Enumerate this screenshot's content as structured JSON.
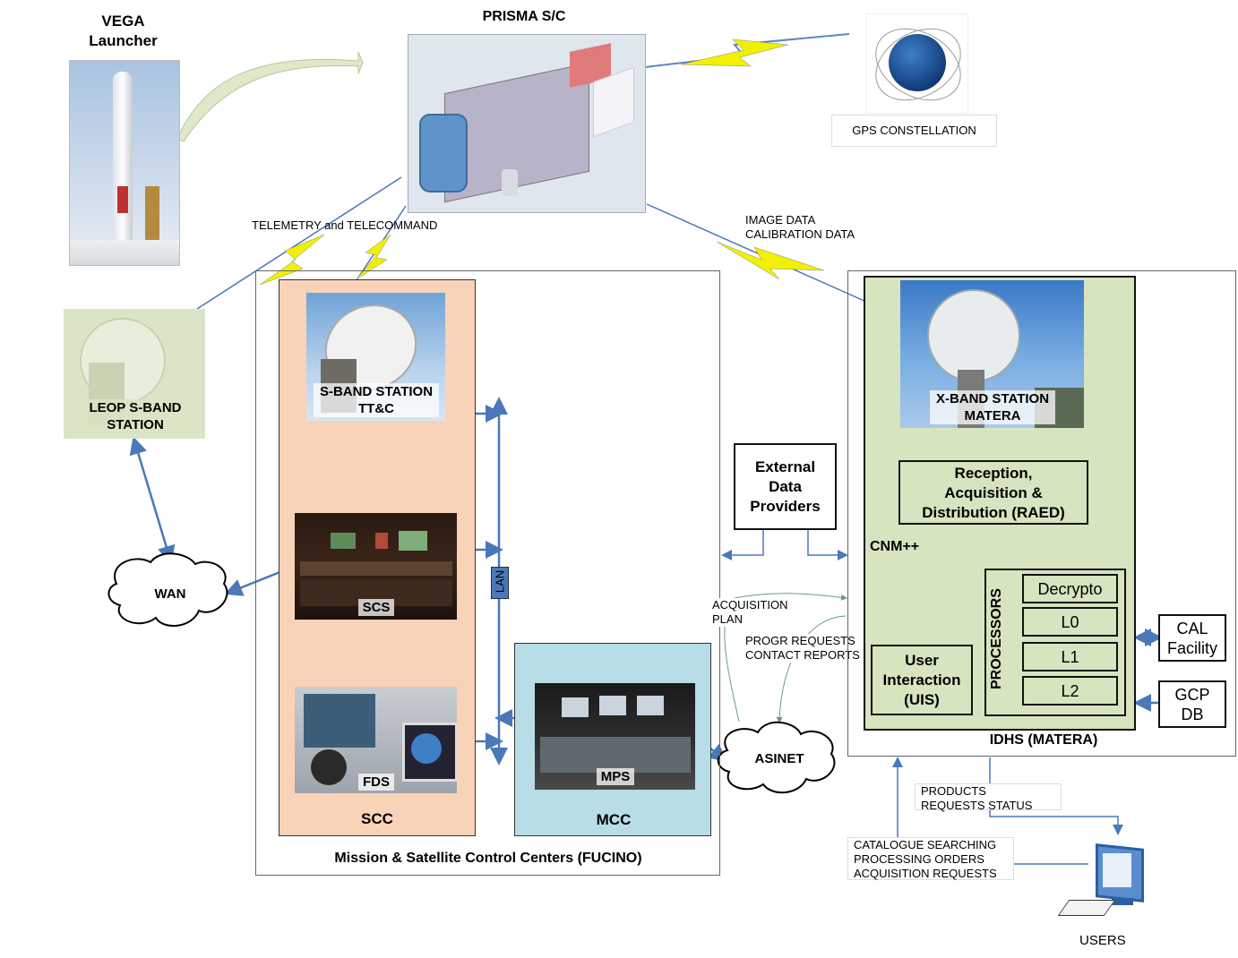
{
  "vega": {
    "line1": "VEGA",
    "line2": "Launcher"
  },
  "prisma": {
    "title": "PRISMA S/C"
  },
  "gps": {
    "label": "GPS CONSTELLATION"
  },
  "links": {
    "ttc": "TELEMETRY and TELECOMMAND",
    "image_data": "IMAGE DATA",
    "calibration_data": "CALIBRATION DATA",
    "acquisition_plan_1": "ACQUISITION",
    "acquisition_plan_2": "PLAN",
    "progr_requests": "PROGR REQUESTS",
    "contact_reports": "CONTACT REPORTS",
    "products": "PRODUCTS",
    "requests_status": "REQUESTS STATUS",
    "catalogue": "CATALOGUE SEARCHING",
    "processing": "PROCESSING ORDERS",
    "acq_requests": "ACQUISITION REQUESTS"
  },
  "leop": {
    "line1": "LEOP S-BAND",
    "line2": "STATION"
  },
  "wan": {
    "label": "WAN"
  },
  "asinet": {
    "label": "ASINET"
  },
  "fucino": {
    "title": "Mission & Satellite Control Centers (FUCINO)",
    "scc": "SCC",
    "mcc": "MCC",
    "lan": "LAN",
    "sband_line1": "S-BAND STATION",
    "sband_line2": "TT&C",
    "scs": "SCS",
    "fds": "FDS",
    "mps": "MPS"
  },
  "external": {
    "line1": "External",
    "line2": "Data",
    "line3": "Providers"
  },
  "idhs": {
    "title": "IDHS (MATERA)",
    "xband_line1": "X-BAND STATION",
    "xband_line2": "MATERA",
    "raed_line1": "Reception,",
    "raed_line2": "Acquisition &",
    "raed_line3": "Distribution (RAED)",
    "cnm": "CNM++",
    "uis_line1": "User",
    "uis_line2": "Interaction",
    "uis_line3": "(UIS)",
    "processors": "PROCESSORS",
    "proc_items": [
      "Decrypto",
      "L0",
      "L1",
      "L2"
    ]
  },
  "cal": {
    "line1": "CAL",
    "line2": "Facility"
  },
  "gcp": {
    "line1": "GCP",
    "line2": "DB"
  },
  "users": {
    "label": "USERS"
  },
  "colors": {
    "scc_bg": "#f9d3b8",
    "mcc_bg": "#b8dde6",
    "idhs_bg": "#d6e4bf",
    "arrow": "#4a78b8",
    "bolt": "#f0f000"
  }
}
